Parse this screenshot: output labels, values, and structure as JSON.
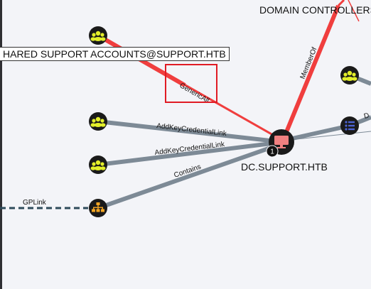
{
  "nodes": {
    "domain_controllers": "DOMAIN CONTROLLERS@",
    "shared_support": "HARED SUPPORT ACCOUNTS@SUPPORT.HTB",
    "dc": "DC.SUPPORT.HTB",
    "dc_badge": "1"
  },
  "edges": {
    "generic_all": "GenericAll",
    "member_of": "MemberOf",
    "akcl_1": "AddKeyCredentialLink",
    "akcl_2": "AddKeyCredentialLink",
    "contains": "Contains",
    "gplink": "GPLink",
    "right_partial": "D"
  },
  "colors": {
    "highlight_edge": "#f03e3e",
    "normal_edge": "#7d8a96",
    "group_node": "#1a1a1a",
    "group_icon": "#e3ef2a",
    "computer_node": "#1a1a1a",
    "computer_icon": "#f08080",
    "ou_icon": "#f5a623",
    "gpo_icon": "#4c63d2",
    "annotation": "#e01b24"
  },
  "icons": {
    "group": "group-users-icon",
    "computer": "computer-monitor-icon",
    "ou": "org-tree-icon",
    "gpo": "list-icon"
  }
}
